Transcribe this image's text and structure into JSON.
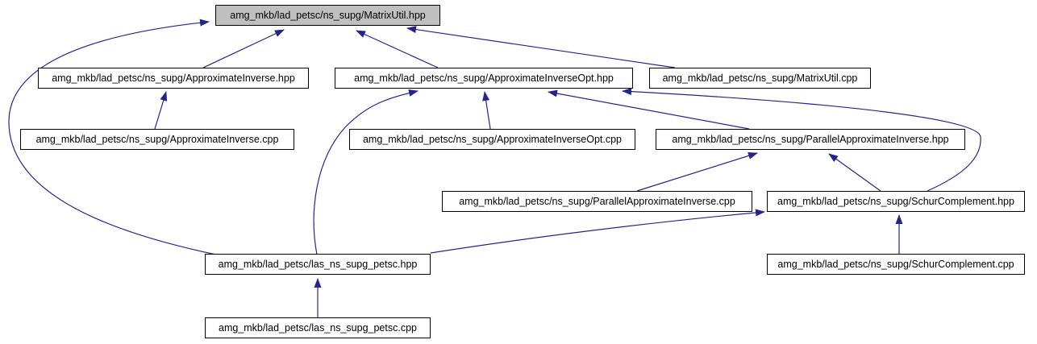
{
  "diagram": {
    "type": "include-dependency-graph",
    "background_color": "#ffffff",
    "edge_color": "#24248f",
    "node_border_color": "#000000",
    "node_fill_color": "#ffffff",
    "highlighted_node_fill_color": "#bfbfbf",
    "nodes": {
      "matrixutil_hpp": {
        "label": "amg_mkb/lad_petsc/ns_supg/MatrixUtil.hpp",
        "highlighted": true
      },
      "approximateinverse_hpp": {
        "label": "amg_mkb/lad_petsc/ns_supg/ApproximateInverse.hpp",
        "highlighted": false
      },
      "approximateinverseopt_hpp": {
        "label": "amg_mkb/lad_petsc/ns_supg/ApproximateInverseOpt.hpp",
        "highlighted": false
      },
      "matrixutil_cpp": {
        "label": "amg_mkb/lad_petsc/ns_supg/MatrixUtil.cpp",
        "highlighted": false
      },
      "approximateinverse_cpp": {
        "label": "amg_mkb/lad_petsc/ns_supg/ApproximateInverse.cpp",
        "highlighted": false
      },
      "approximateinverseopt_cpp": {
        "label": "amg_mkb/lad_petsc/ns_supg/ApproximateInverseOpt.cpp",
        "highlighted": false
      },
      "parallelapproximateinverse_hpp": {
        "label": "amg_mkb/lad_petsc/ns_supg/ParallelApproximateInverse.hpp",
        "highlighted": false
      },
      "parallelapproximateinverse_cpp": {
        "label": "amg_mkb/lad_petsc/ns_supg/ParallelApproximateInverse.cpp",
        "highlighted": false
      },
      "schurcomplement_hpp": {
        "label": "amg_mkb/lad_petsc/ns_supg/SchurComplement.hpp",
        "highlighted": false
      },
      "las_ns_supg_petsc_hpp": {
        "label": "amg_mkb/lad_petsc/las_ns_supg_petsc.hpp",
        "highlighted": false
      },
      "schurcomplement_cpp": {
        "label": "amg_mkb/lad_petsc/ns_supg/SchurComplement.cpp",
        "highlighted": false
      },
      "las_ns_supg_petsc_cpp": {
        "label": "amg_mkb/lad_petsc/las_ns_supg_petsc.cpp",
        "highlighted": false
      }
    },
    "edges": [
      {
        "from": "approximateinverse_hpp",
        "to": "matrixutil_hpp"
      },
      {
        "from": "approximateinverseopt_hpp",
        "to": "matrixutil_hpp"
      },
      {
        "from": "matrixutil_cpp",
        "to": "matrixutil_hpp"
      },
      {
        "from": "las_ns_supg_petsc_hpp",
        "to": "matrixutil_hpp"
      },
      {
        "from": "approximateinverse_cpp",
        "to": "approximateinverse_hpp"
      },
      {
        "from": "approximateinverseopt_cpp",
        "to": "approximateinverseopt_hpp"
      },
      {
        "from": "parallelapproximateinverse_hpp",
        "to": "approximateinverseopt_hpp"
      },
      {
        "from": "schurcomplement_hpp",
        "to": "approximateinverseopt_hpp"
      },
      {
        "from": "las_ns_supg_petsc_hpp",
        "to": "approximateinverseopt_hpp"
      },
      {
        "from": "parallelapproximateinverse_cpp",
        "to": "parallelapproximateinverse_hpp"
      },
      {
        "from": "schurcomplement_hpp",
        "to": "parallelapproximateinverse_hpp"
      },
      {
        "from": "las_ns_supg_petsc_hpp",
        "to": "schurcomplement_hpp"
      },
      {
        "from": "schurcomplement_cpp",
        "to": "schurcomplement_hpp"
      },
      {
        "from": "las_ns_supg_petsc_cpp",
        "to": "las_ns_supg_petsc_hpp"
      }
    ]
  }
}
